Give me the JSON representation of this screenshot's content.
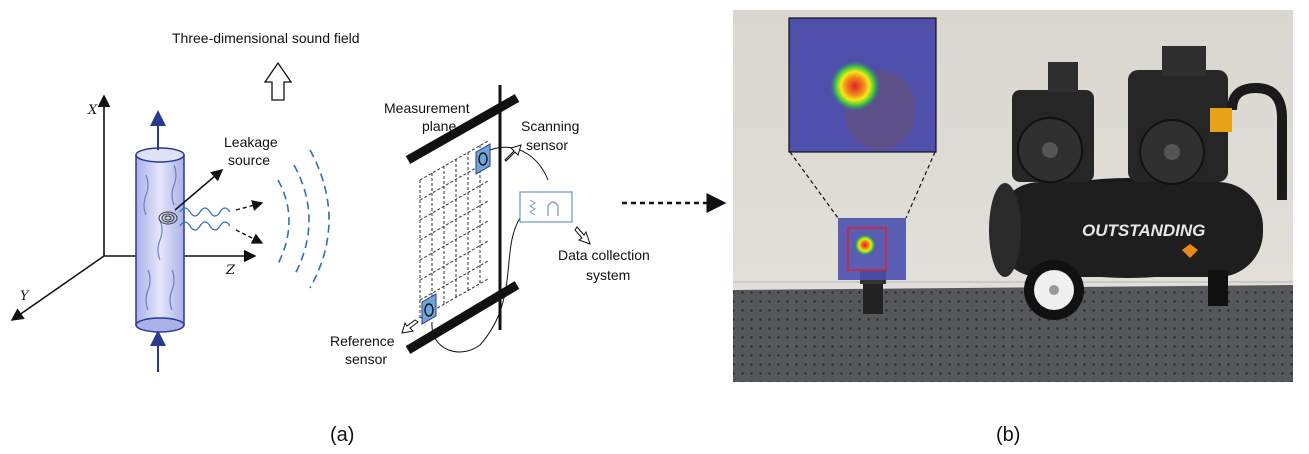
{
  "panel_a": {
    "title": "Three-dimensional sound field",
    "axes": {
      "x": "X",
      "y": "Y",
      "z": "Z"
    },
    "leakage": [
      "Leakage",
      "source"
    ],
    "measurement": [
      "Measurement",
      "plane"
    ],
    "scanning": [
      "Scanning",
      "sensor"
    ],
    "reference": [
      "Reference",
      "sensor"
    ],
    "data_collection": [
      "Data collection",
      "system"
    ],
    "caption": "(a)"
  },
  "panel_b": {
    "brand": "OUTSTANDING",
    "caption": "(b)"
  },
  "colors": {
    "pipe_fill": "#c9cdf0",
    "pipe_stroke": "#2a3a8f",
    "wave": "#2f6fb5",
    "sensor": "#6fa6d6",
    "heatmap_bg": "#4a4fb0",
    "hotspot_red": "#e0202a",
    "hotspot_yellow": "#f5e81a",
    "compressor": "#1a1a1a"
  }
}
